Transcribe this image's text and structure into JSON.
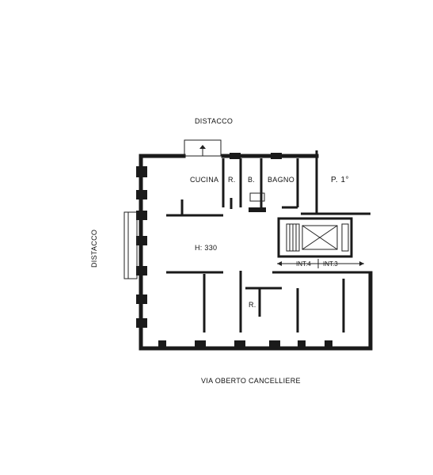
{
  "labels": {
    "top_setback": "DISTACCO",
    "left_setback": "DISTACCO",
    "kitchen": "CUCINA",
    "closet_top": "R.",
    "bath_small": "B.",
    "bathroom": "BAGNO",
    "floor": "P. 1°",
    "height": "H: 330",
    "unit_4": "INT.4",
    "unit_3": "INT.3",
    "closet_bottom": "R.",
    "street": "VIA OBERTO CANCELLIERE"
  }
}
